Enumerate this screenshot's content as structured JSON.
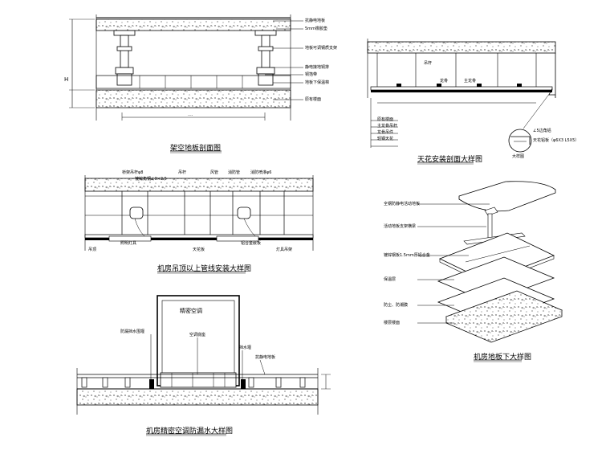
{
  "titles": {
    "raised_floor": "架空地板剖面图",
    "ceiling": "天花安装剖面大样图",
    "pipes": "机房吊顶以上管线安装大样图",
    "floor_exploded": "机房地板下大样图",
    "ac_base": "机房精密空调防漏水大样图"
  },
  "raised_floor": {
    "labels": [
      "抗静电地板",
      "5mm橡胶垫",
      "地板可调钢质支架",
      "静电接地铜排",
      "铜箔带",
      "地板下保温棉",
      "原有楼面"
    ],
    "dim_label": "H",
    "bottom_dim": "...."
  },
  "ceiling": {
    "labels": [
      "吊杆",
      "龙骨",
      "主龙骨",
      "原有楼面",
      "主龙骨吊杆",
      "龙骨吊件",
      "轻钢天花"
    ],
    "circle_labels": [
      "∠5边角铝",
      "天花铝板（φ6X3 L5X5）"
    ],
    "circle_caption": "大样图"
  },
  "pipes": {
    "labels": [
      "桥架吊杆φ8",
      "镀锌角钢∠3×2.5",
      "吊杆",
      "风管",
      "消防管",
      "消防喷淋φ6",
      "吊顶",
      "照明灯具",
      "天花板",
      "铝合金嵌板",
      "灯具吊架"
    ]
  },
  "floor_exploded": {
    "labels": [
      "全钢防静电活动地板",
      "活动地板支架横梁",
      "镀锌钢板1.5mm厚铝合金",
      "保温层",
      "防尘、防潮膜",
      "楼层楼面"
    ]
  },
  "ac_base": {
    "unit_label": "精密空调",
    "labels": [
      "防漏挡水围堰",
      "空调底座",
      "挡水堰",
      "抗静电地板"
    ]
  }
}
